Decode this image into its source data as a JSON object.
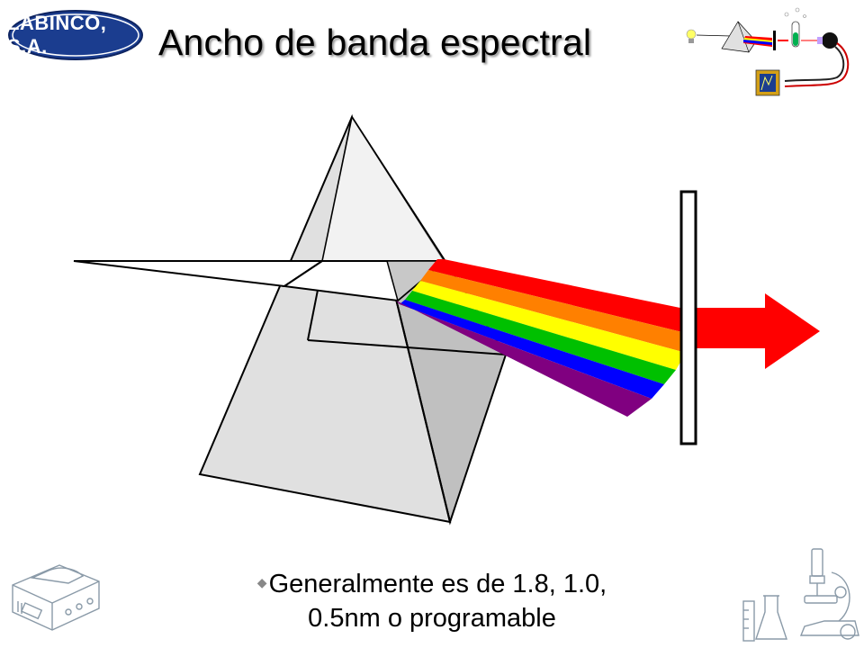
{
  "header": {
    "logo_text": "LABINCO, S.A.",
    "title": "Ancho de banda espectral"
  },
  "caption": {
    "line1": "Generalmente es de 1.8, 1.0,",
    "line2": "0.5nm o programable"
  },
  "colors": {
    "logo_blue": "#1b3d8f",
    "spectrum": [
      "#ff0000",
      "#ff8000",
      "#ffff00",
      "#00c000",
      "#0000ff",
      "#800080"
    ],
    "arrow": "#ff0000",
    "prism_light": "#e0e0e0",
    "prism_dark": "#c0c0c0"
  },
  "icons": {
    "bullet": "diamond-bullet-icon",
    "left_clipart": "spectrophotometer-icon",
    "right_clipart": "microscope-flask-icon",
    "mini_diagram": "spectrophotometer-diagram-icon"
  }
}
